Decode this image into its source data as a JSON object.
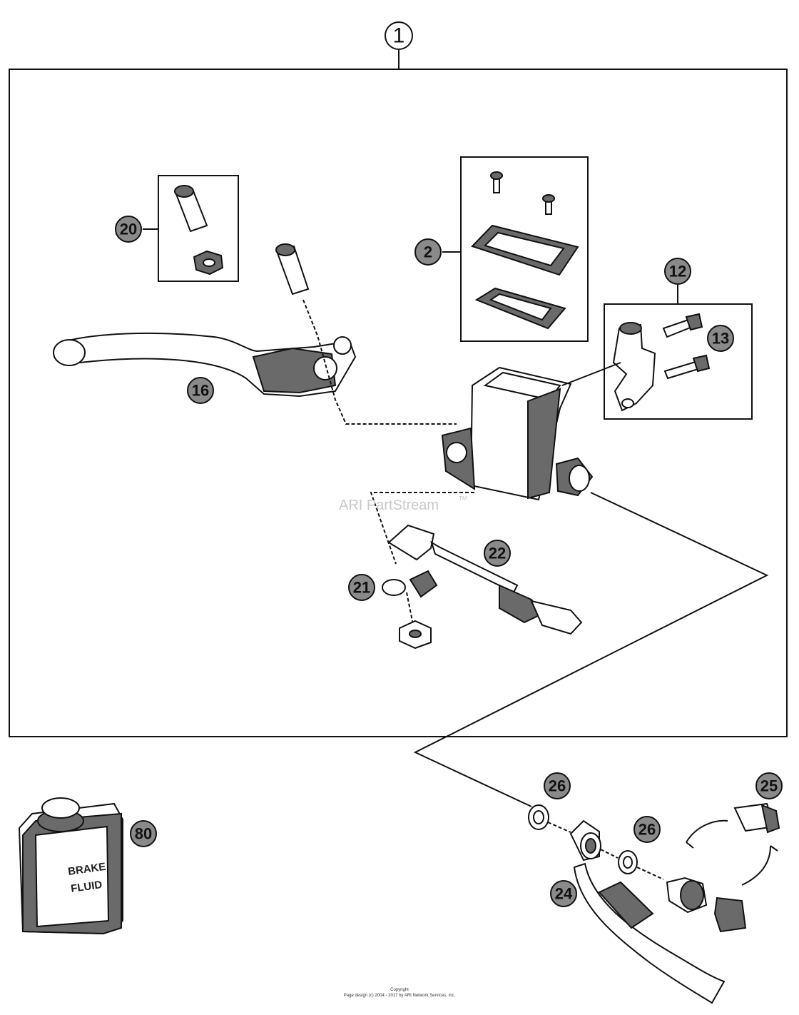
{
  "callouts": {
    "main": "1",
    "cover_kit": "2",
    "clamp_kit": "12",
    "screw": "13",
    "lever": "16",
    "pin_kit": "20",
    "nut_washer": "21",
    "switch": "22",
    "hose": "24",
    "bolt": "25",
    "washer_a": "26",
    "washer_b": "26",
    "fluid": "80"
  },
  "fluid_label": {
    "line1": "BRAKE",
    "line2": "FLUID"
  },
  "watermark": {
    "text": "ARI PartStream",
    "tm": "TM"
  },
  "footer": {
    "line1": "Copyright",
    "line2": "Page design (c) 2004 - 2017 by ARI Network Services, Inc."
  }
}
